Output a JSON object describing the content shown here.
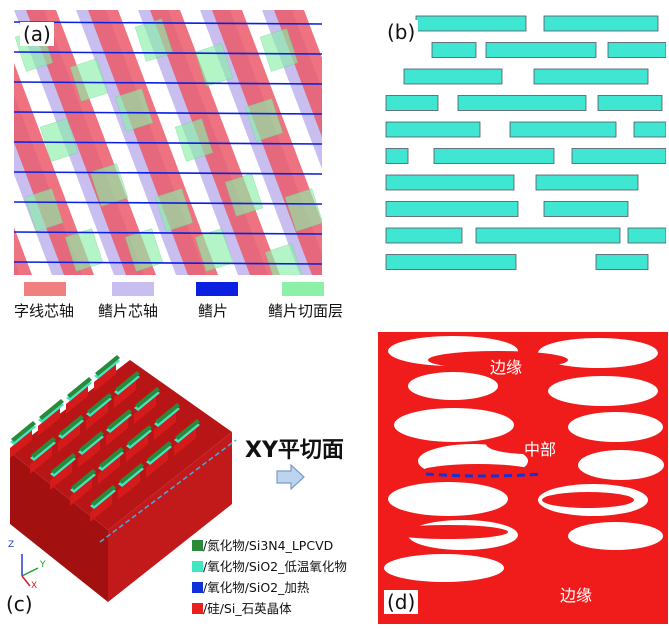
{
  "panel_a": {
    "letter": "(a)",
    "legend": [
      {
        "label": "字线芯轴",
        "color": "#f08080"
      },
      {
        "label": "鳍片芯轴",
        "color": "#c8bff0"
      },
      {
        "label": "鳍片",
        "color": "#0a1fe0"
      },
      {
        "label": "鳍片切面层",
        "color": "#8cf0a8"
      }
    ]
  },
  "panel_b": {
    "letter": "(b)",
    "fin_color": "#3fe6d2"
  },
  "panel_c": {
    "letter": "(c)",
    "legend": [
      {
        "label": "/氮化物/Si3N4_LPCVD",
        "color": "#2a8a3a"
      },
      {
        "label": "/氧化物/SiO2_低温氧化物",
        "color": "#3fe6c0"
      },
      {
        "label": "/氧化物/SiO2_加热",
        "color": "#1030d8"
      },
      {
        "label": "/硅/Si_石英晶体",
        "color": "#e82020"
      }
    ],
    "axis_labels": {
      "z": "Z",
      "y": "Y",
      "x": "X"
    }
  },
  "arrow": {
    "title": "XY平切面"
  },
  "panel_d": {
    "letter": "(d)",
    "label_edge_top": "边缘",
    "label_middle": "中部",
    "label_edge_bottom": "边缘",
    "fill_color": "#f01c1c"
  }
}
